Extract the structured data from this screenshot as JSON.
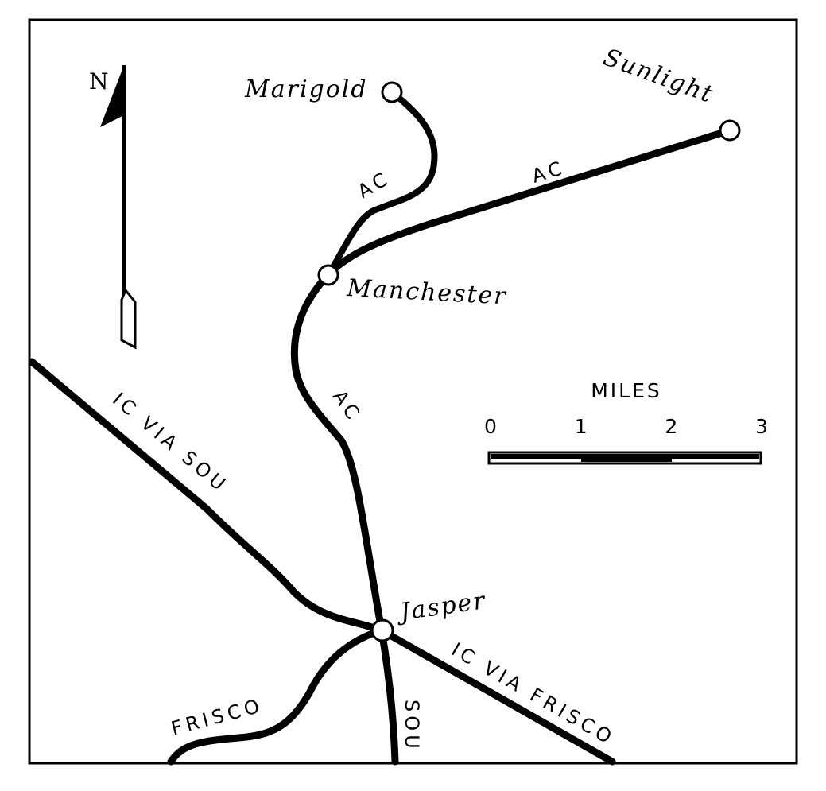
{
  "towns": {
    "marigold": "Marigold",
    "sunlight": "Sunlight",
    "manchester": "Manchester",
    "jasper": "Jasper"
  },
  "routes": {
    "ac_marigold": "AC",
    "ac_sunlight": "AC",
    "ac_south": "AC",
    "ic_via_sou": "IC VIA SOU",
    "ic_via_frisco": "IC VIA FRISCO",
    "frisco": "FRISCO",
    "sou": "SOU"
  },
  "north_arrow": {
    "label": "N"
  },
  "scale_bar": {
    "title": "MILES",
    "ticks": [
      "0",
      "1",
      "2",
      "3"
    ],
    "max_miles": 3
  },
  "colors": {
    "ink": "#000000",
    "paper": "#ffffff"
  }
}
